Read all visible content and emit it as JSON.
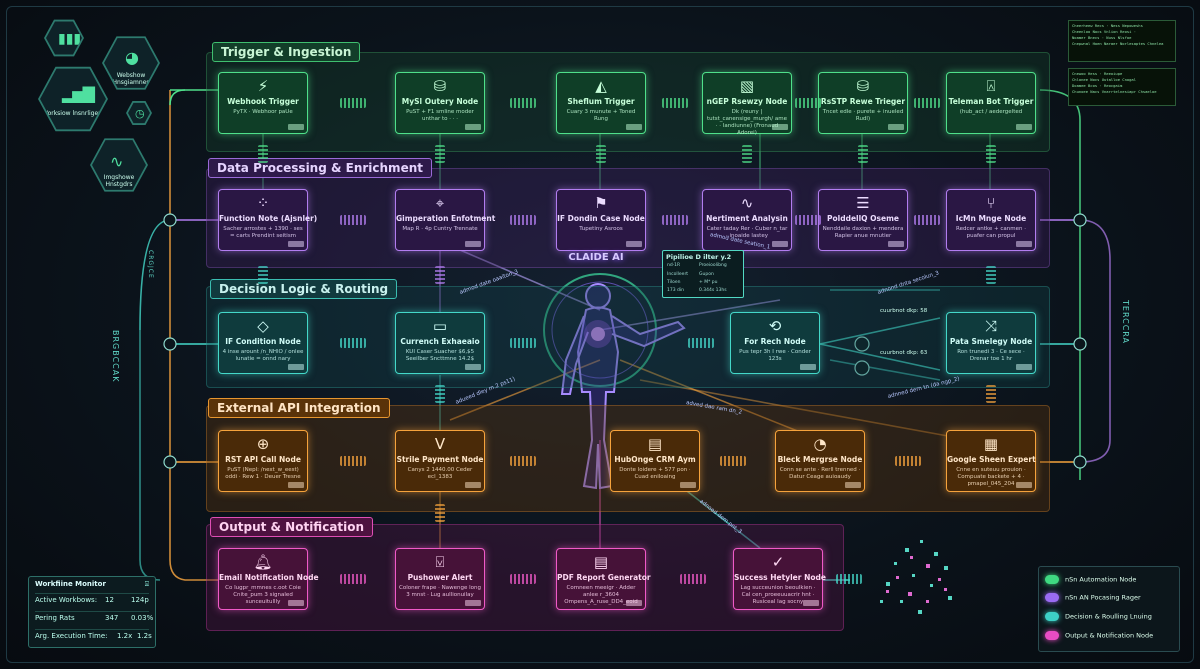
{
  "sections": {
    "trigger": "Trigger & Ingestion",
    "data": "Data Processing & Enrichment",
    "decision": "Decision Logic & Routing",
    "api": "External API Integration",
    "output": "Output & Notification"
  },
  "trigger_nodes": [
    {
      "title": "Webhook Trigger",
      "desc": "PyTX · Webhoor paUe",
      "icon": "lightning-icon"
    },
    {
      "title": "MySl Outery Node",
      "desc": "PuST + F1 smline moder unthar to · · ·",
      "icon": "database-icon"
    },
    {
      "title": "Sheflum Trigger",
      "desc": "Cuary 3 munute + Toned Rung",
      "icon": "sheet-icon"
    },
    {
      "title": "nGEP Rsewzy Node",
      "desc": "Dk (reuny | tutst_canensige_murgh/ ame · · landiunne) (Fronaud Adorei)",
      "icon": "document-icon"
    },
    {
      "title": "RsSTP Rewe Trieger",
      "desc": "Tncet  edle · purete  + inueled Rudl)",
      "icon": "database-icon"
    },
    {
      "title": "Teleman Bot Trigger",
      "desc": "(hub_act / aedergelted",
      "icon": "bell-icon"
    }
  ],
  "data_nodes": [
    {
      "title": "Function Note (Ajsnler)",
      "desc": "Sacher  arrostes + 1390 · ses = carts  Prendint seitism",
      "icon": "function-icon"
    },
    {
      "title": "Gimperation Enfotment",
      "desc": "Map R · 4p Cuntry  Trennate",
      "icon": "pin-icon"
    },
    {
      "title": "IF Dondin Case Node",
      "desc": "Tupetiny Asroos",
      "icon": "flag-icon"
    },
    {
      "title": "Nertiment Analysin",
      "desc": "Cater  taday Rer · Cuber  n_tar · inoaide  lastey",
      "icon": "sentiment-icon"
    },
    {
      "title": "PolddellQ Oseme",
      "desc": "Nenddaile  daxion  + mendera Rapier  anue  mnutier",
      "icon": "list-icon"
    },
    {
      "title": "IcMn Mnge Node",
      "desc": "Redcer  antke + canmen · puafer  can propul",
      "icon": "merge-icon"
    }
  ],
  "decision_nodes": [
    {
      "title": "IF Condition Node",
      "desc": "4  inse  arount  /n_NHlO / onlee  lunatie = onnd  nary",
      "icon": "diamond-icon"
    },
    {
      "title": "Currench Exhaeaio",
      "desc": "KUI Caser  Suacher  $6,$5 Seeilber  Sncttmne  14.2$",
      "icon": "currency-icon"
    },
    {
      "title": "For Rech Node",
      "desc": "Pus  tepr  3h  I rwe · Conder  123s",
      "icon": "loop-icon"
    },
    {
      "title": "Pata Smelegy Node",
      "desc": "Ron  trunedi  3 · Ce  sece · Drenar  toe  1 hr",
      "icon": "strategy-icon"
    }
  ],
  "api_nodes": [
    {
      "title": "RST API Call Node",
      "desc": "PuST (Nepl: /next_w_eest) oddi · Rew 1 · Deuer Tresne",
      "icon": "globe-icon"
    },
    {
      "title": "Strile Payment Node",
      "desc": "Canys  2  1440.00 Ceder  ecl_1383",
      "icon": "stripe-icon"
    },
    {
      "title": "HubOnge CRM Aym",
      "desc": "Donte  loidere  + 577 pon · Cuad  eniloaing",
      "icon": "crm-icon"
    },
    {
      "title": "Bleck Mergrse Node",
      "desc": "Conn  se  ante  · Rerll  trenned · Datur  Ceage  auioaudy",
      "icon": "chat-icon"
    },
    {
      "title": "Google Sheen Expert",
      "desc": "Cnne  en  suteuu  prouion · Compuate  backete  + 4 · pmapel_045_204",
      "icon": "sheet-icon"
    }
  ],
  "output_nodes": [
    {
      "title": "Email Notification Node",
      "desc": "Co  Iugpr_mmnes  c.oot Coie  Cnite_pum 3  signaled sunceuitullly",
      "icon": "bell-icon"
    },
    {
      "title": "Pushower Alert",
      "desc": "Coloner  frape · Nawenge  long  3  mnst · Lug  aullionuilay",
      "icon": "push-icon"
    },
    {
      "title": "PDF Report Generator",
      "desc": "Comneen  meeigr · Adder  anlee  r_3604 Ompens_A_ruse_DD4_eoid",
      "icon": "pdf-icon"
    },
    {
      "title": "Success Hetyler Node",
      "desc": "Lag  succeunion  beoulkien · Cal  cen_proeeuuacrir  hnt · Rusiceal  lag  socny",
      "icon": "check-icon"
    }
  ],
  "center": {
    "title": "CLAIDE AI",
    "pipeline_title": "Pipilioe D ilter y.2",
    "pipeline_cells": [
      "nd·1R",
      "Proeioolibng",
      "Incolleert",
      "Gupon",
      "Tiloen",
      "+ M* pu",
      "173 din",
      "0.344s  13hs"
    ]
  },
  "annotations": [
    "admod date oaaiton_3",
    "admod date seation_1",
    "adueed  dley  m.2  ps11)",
    "adnond dnta secolun_3",
    "adved  dae  ram  dn_2",
    "adnned  dern  tn  (da  ngp_2)",
    "adnoed   dem  pnt_3"
  ],
  "routes": [
    "cuurbnot  dkp:  58",
    "cuurbnot  dkp:  63"
  ],
  "side_labels": {
    "left_vertical": "BRGBCCAK",
    "left_rotated": "CRGJCE",
    "right_vertical": "TERCCRA"
  },
  "hexagons": [
    {
      "label": "Webshow Hnsgiamnes",
      "icon": "pie-icon"
    },
    {
      "label": "Worksiow lnsnrligem",
      "icon": "bar-chart-icon"
    },
    {
      "label": "Imgshowe Hnstgdrs",
      "icon": "wave-icon"
    }
  ],
  "monitor": {
    "title": "Workfiine Monitor",
    "rows": [
      {
        "label": "Active Workbows:",
        "v1": "12",
        "v2": "124p"
      },
      {
        "label": "Pering Rats",
        "v1": "347",
        "v2": "0.03%"
      },
      {
        "label": "Arg. Execution Time:",
        "v1": "1.2x",
        "v2": "1.2s"
      }
    ]
  },
  "legend": [
    {
      "label": "nSn Automation Node",
      "color": "#3fd981"
    },
    {
      "label": "nSn AN Pocasing Rager",
      "color": "#9a6bf2"
    },
    {
      "label": "Decision & Roulling Lnuing",
      "color": "#3dd0c6"
    },
    {
      "label": "Output & Notification Node",
      "color": "#e94cc4"
    }
  ],
  "terminals": [
    [
      "Cheerheew Recs ·  Ness  Nepoweshs",
      "Cheenloo  Nocs  Vnlion  Reosi ·",
      "Noamer  Bnecs  ·  Nuss  Nlsfoe",
      "Cnepwnal  Hoen  Naraer  Norlesaptes  Chnelea"
    ],
    [
      "Cnewoo  Hess  ·  Reeoiupe",
      "Chlonee  Nocs  Uutalloe  Cnogal",
      "Doamee  Bcos  ·  Reocgaim",
      "Chunoee  Nacs  Vnarrtelnesiapr  Chsaeloe"
    ]
  ]
}
